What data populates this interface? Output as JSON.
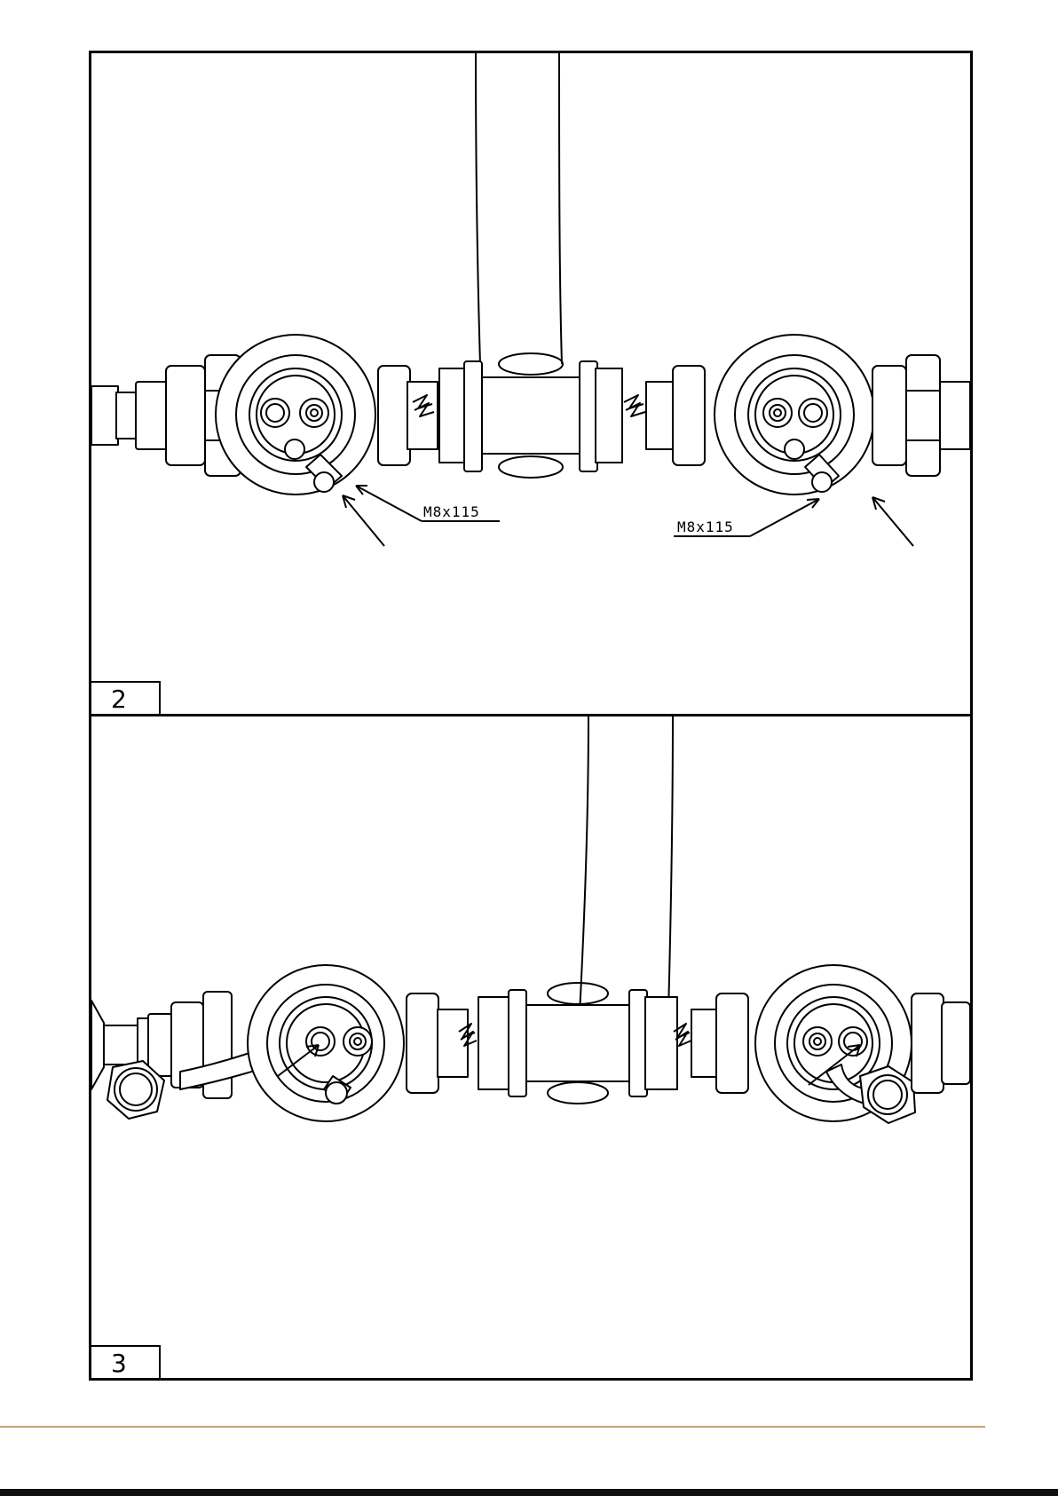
{
  "figures": [
    {
      "step": "2",
      "callout_left": "M8x115",
      "callout_right": "M8x115"
    },
    {
      "step": "3"
    }
  ],
  "colors": {
    "footer_rule": "#bfa67a",
    "line": "#000000"
  }
}
